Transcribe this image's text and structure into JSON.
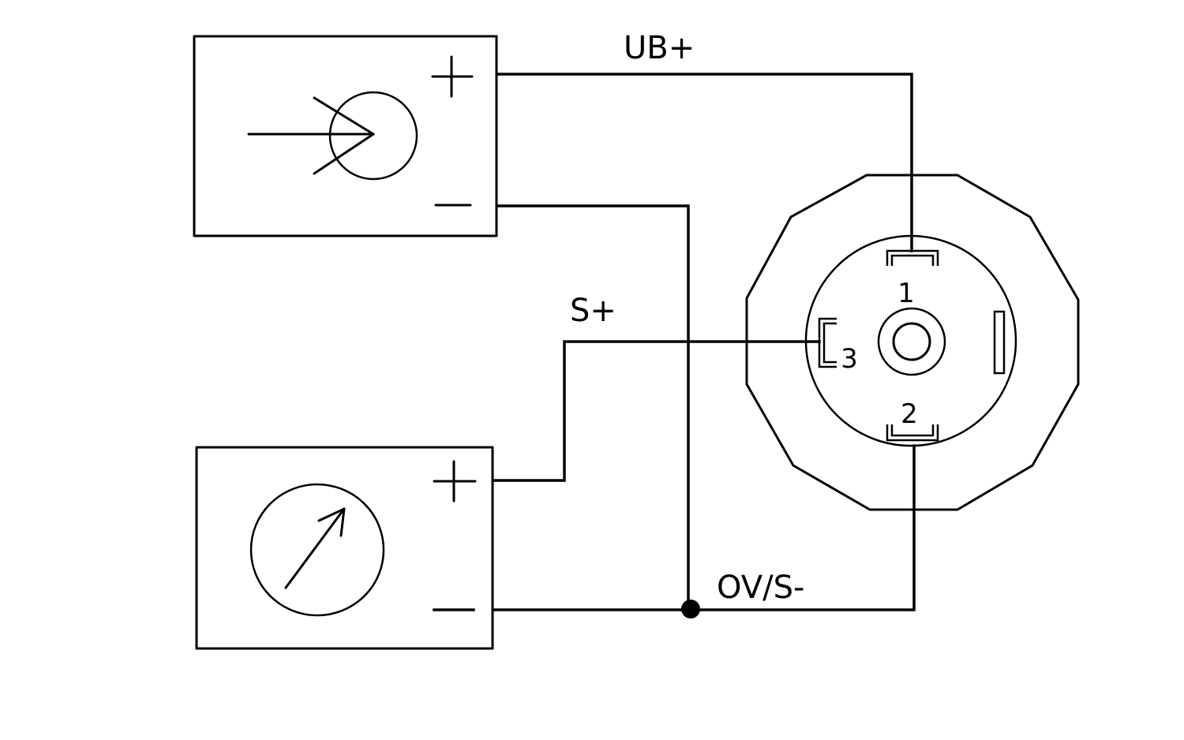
{
  "diagram": {
    "wires": {
      "supply_positive": "UB+",
      "signal_positive": "S+",
      "ground": "OV/S-"
    },
    "connector": {
      "pin_1": "1",
      "pin_2": "2",
      "pin_3": "3"
    },
    "colors": {
      "line": "#000000",
      "background": "#ffffff"
    },
    "icons": [
      "power-supply-icon",
      "meter-gauge-icon",
      "connector-socket-icon"
    ]
  }
}
